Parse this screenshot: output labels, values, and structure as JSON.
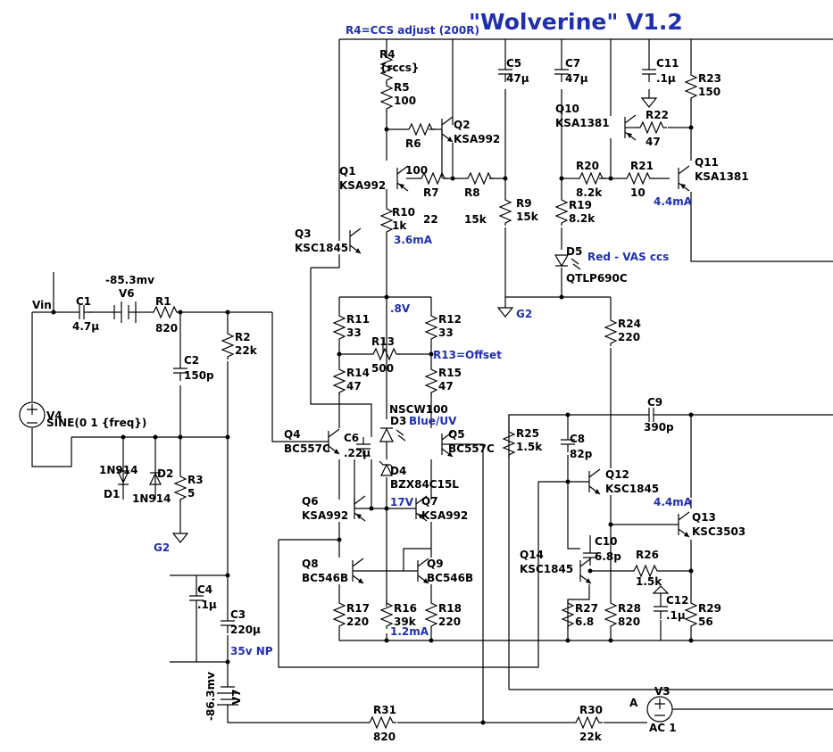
{
  "title": "\"Wolverine\" V1.2",
  "note_r4": "R4=CCS adjust (200R)",
  "note_r13": "R13=Offset",
  "note_vas": "Red -  VAS ccs",
  "currents": {
    "q3": "3.6mA",
    "q11": "4.4mA",
    "q13": "4.4mA",
    "r16": "1.2mA",
    "d3v": ".8V",
    "zener": "17V"
  },
  "nets": {
    "vin": "Vin",
    "g2_left": "G2",
    "g2_mid": "G2",
    "a": "A"
  },
  "sources": {
    "v4": {
      "name": "V4",
      "value": "SINE(0 1 {freq})"
    },
    "v6": {
      "name": "V6",
      "value": "-85.3mv"
    },
    "v7": {
      "name": "V7",
      "value": "-86.3mv"
    },
    "v3": {
      "name": "V3",
      "value": "AC 1"
    }
  },
  "resistors": [
    {
      "name": "R1",
      "value": "820"
    },
    {
      "name": "R2",
      "value": "22k"
    },
    {
      "name": "R3",
      "value": "5"
    },
    {
      "name": "R4",
      "value": "{rccs}"
    },
    {
      "name": "R5",
      "value": "100"
    },
    {
      "name": "R6",
      "value": "100"
    },
    {
      "name": "R7",
      "value": "22"
    },
    {
      "name": "R8",
      "value": "15k"
    },
    {
      "name": "R9",
      "value": "15k"
    },
    {
      "name": "R10",
      "value": "1k"
    },
    {
      "name": "R11",
      "value": "33"
    },
    {
      "name": "R12",
      "value": "33"
    },
    {
      "name": "R13",
      "value": "500"
    },
    {
      "name": "R14",
      "value": "47"
    },
    {
      "name": "R15",
      "value": "47"
    },
    {
      "name": "R16",
      "value": "39k"
    },
    {
      "name": "R17",
      "value": "220"
    },
    {
      "name": "R18",
      "value": "220"
    },
    {
      "name": "R19",
      "value": "8.2k"
    },
    {
      "name": "R20",
      "value": "8.2k"
    },
    {
      "name": "R21",
      "value": "10"
    },
    {
      "name": "R22",
      "value": "47"
    },
    {
      "name": "R23",
      "value": "150"
    },
    {
      "name": "R24",
      "value": "220"
    },
    {
      "name": "R25",
      "value": "1.5k"
    },
    {
      "name": "R26",
      "value": "1.5k"
    },
    {
      "name": "R27",
      "value": "6.8"
    },
    {
      "name": "R28",
      "value": "820"
    },
    {
      "name": "R29",
      "value": "56"
    },
    {
      "name": "R30",
      "value": "22k"
    },
    {
      "name": "R31",
      "value": "820"
    }
  ],
  "capacitors": [
    {
      "name": "C1",
      "value": "4.7µ"
    },
    {
      "name": "C2",
      "value": "150p"
    },
    {
      "name": "C3",
      "value": "220µ"
    },
    {
      "name": "C3b",
      "value": "35v NP"
    },
    {
      "name": "C4",
      "value": ".1µ"
    },
    {
      "name": "C5",
      "value": "47µ"
    },
    {
      "name": "C6",
      "value": ".22µ"
    },
    {
      "name": "C7",
      "value": "47µ"
    },
    {
      "name": "C8",
      "value": "82p"
    },
    {
      "name": "C9",
      "value": "390p"
    },
    {
      "name": "C10",
      "value": "6.8p"
    },
    {
      "name": "C11",
      "value": ".1µ"
    },
    {
      "name": "C12",
      "value": ".1µ"
    }
  ],
  "transistors": [
    {
      "name": "Q1",
      "value": "KSA992"
    },
    {
      "name": "Q2",
      "value": "KSA992"
    },
    {
      "name": "Q3",
      "value": "KSC1845"
    },
    {
      "name": "Q4",
      "value": "BC557C"
    },
    {
      "name": "Q5",
      "value": "BC557C"
    },
    {
      "name": "Q6",
      "value": "KSA992"
    },
    {
      "name": "Q7",
      "value": "KSA992"
    },
    {
      "name": "Q8",
      "value": "BC546B"
    },
    {
      "name": "Q9",
      "value": "BC546B"
    },
    {
      "name": "Q10",
      "value": "KSA1381"
    },
    {
      "name": "Q11",
      "value": "KSA1381"
    },
    {
      "name": "Q12",
      "value": "KSC1845"
    },
    {
      "name": "Q13",
      "value": "KSC3503"
    },
    {
      "name": "Q14",
      "value": "KSC1845"
    }
  ],
  "diodes": [
    {
      "name": "D1",
      "value": "1N914"
    },
    {
      "name": "D2",
      "value": "1N914"
    },
    {
      "name": "D3",
      "value": "NSCW100"
    },
    {
      "name": "D3b",
      "value": "Blue/UV"
    },
    {
      "name": "D4",
      "value": "BZX84C15L"
    },
    {
      "name": "D5",
      "value": "QTLP690C"
    }
  ]
}
